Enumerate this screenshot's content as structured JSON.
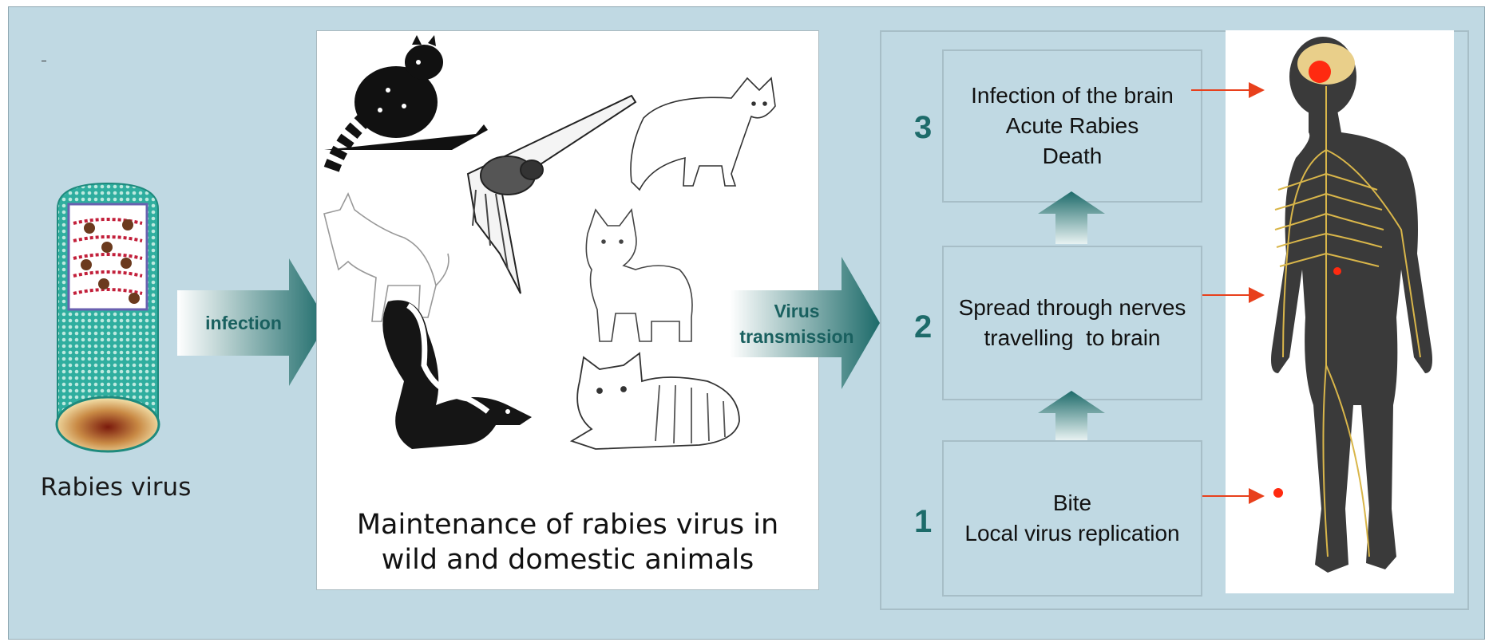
{
  "virus": {
    "caption": "Rabies virus"
  },
  "arrows": {
    "infection": "infection",
    "transmission_line1": "Virus",
    "transmission_line2": "transmission"
  },
  "animals": {
    "caption_line1": "Maintenance of rabies virus in",
    "caption_line2": "wild and domestic animals",
    "figures": [
      "raccoon",
      "bat",
      "fox",
      "wolf",
      "dog",
      "skunk",
      "cat"
    ]
  },
  "stages": [
    {
      "number": "1",
      "lines": [
        "Bite",
        "Local virus replication"
      ]
    },
    {
      "number": "2",
      "lines": [
        "Spread through nerves",
        "travelling  to brain"
      ]
    },
    {
      "number": "3",
      "lines": [
        "Infection of the brain",
        "Acute Rabies",
        "Death"
      ]
    }
  ],
  "colors": {
    "background": "#c0d9e3",
    "accent": "#1d6b6a",
    "pointer": "#e8401c",
    "nerves": "#d9b64a"
  }
}
